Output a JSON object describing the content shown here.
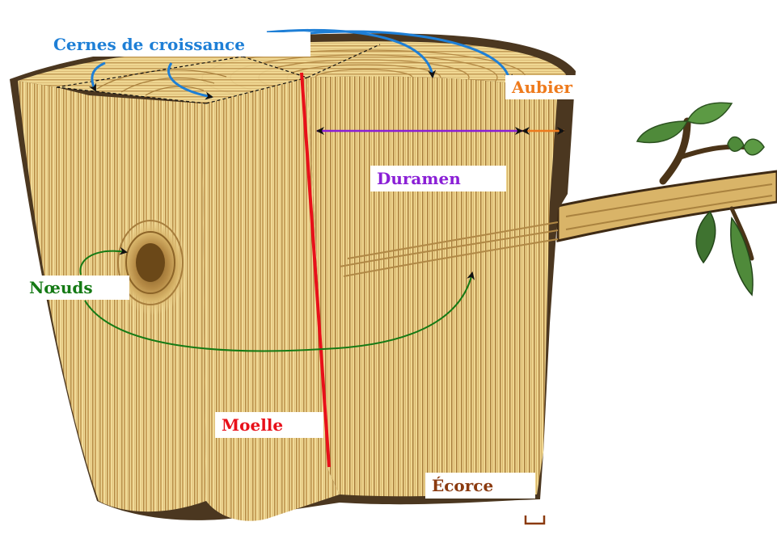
{
  "labels": {
    "growth_rings": "Cernes de croissance",
    "sapwood": "Aubier",
    "heartwood": "Duramen",
    "knots": "Nœuds",
    "pith": "Moelle",
    "bark": "Écorce"
  },
  "colors": {
    "growth_rings": "#1e7fd6",
    "sapwood": "#ee7a1c",
    "heartwood": "#8a1fd6",
    "knots": "#157a15",
    "pith": "#e8101a",
    "bark": "#8b3a0f",
    "wood_light": "#f3dd9a",
    "wood_dark": "#b98f4a",
    "bark_edge": "#4a3720",
    "leaf": "#4f8a3a"
  }
}
